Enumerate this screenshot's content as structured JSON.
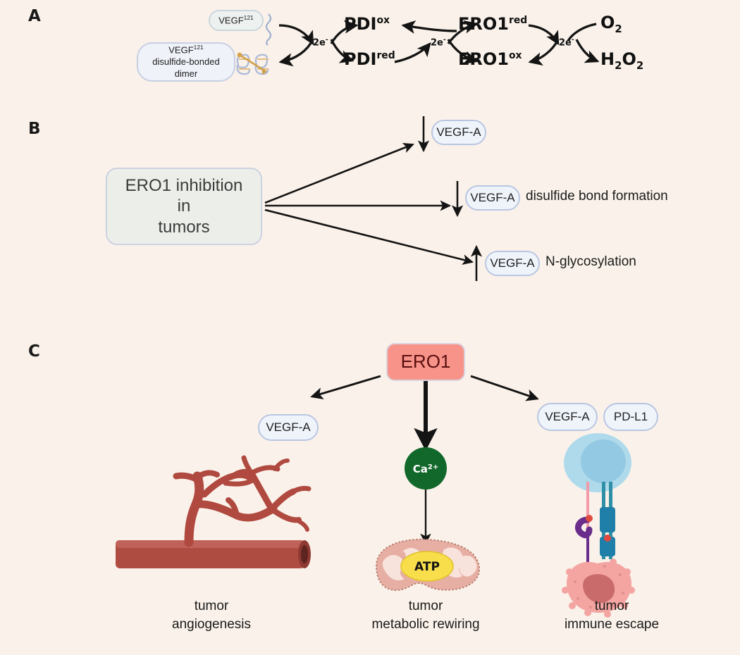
{
  "figure": {
    "background_color": "#FAF2EA",
    "panels": [
      {
        "letter": "A"
      },
      {
        "letter": "B"
      },
      {
        "letter": "C"
      }
    ]
  },
  "panelA": {
    "letter": "A",
    "nodes": {
      "vegf121": "VEGF",
      "vegf121_sup": "121",
      "dimer_line1": "VEGF",
      "dimer_line1_sup": "121",
      "dimer_line2": "disulfide-bonded",
      "dimer_line3": "dimer"
    },
    "species": {
      "pdi_ox_base": "PDI",
      "pdi_ox_sup": "ox",
      "pdi_red_base": "PDI",
      "pdi_red_sup": "red",
      "ero1_red_base": "ERO1",
      "ero1_red_sup": "red",
      "ero1_ox_base": "ERO1",
      "ero1_ox_sup": "ox",
      "o2_base": "O",
      "o2_sub": "2",
      "h2o2_h": "H",
      "h2o2_sub1": "2",
      "h2o2_o": "O",
      "h2o2_sub2": "2"
    },
    "electron_labels": [
      "2e",
      "2e",
      "2e"
    ],
    "electron_superscript": "-"
  },
  "panelB": {
    "letter": "B",
    "source_box": {
      "line1": "ERO1 inhibition",
      "line2": "in",
      "line3": "tumors"
    },
    "outcomes": [
      {
        "arrow": "down",
        "node": "VEGF-A",
        "text": ""
      },
      {
        "arrow": "down",
        "node": "VEGF-A",
        "text": "disulfide bond formation"
      },
      {
        "arrow": "up",
        "node": "VEGF-A",
        "text": "N-glycosylation"
      }
    ]
  },
  "panelC": {
    "letter": "C",
    "source_box": "ERO1",
    "branches": [
      {
        "node": "VEGF-A",
        "icon": "blood-vessel-sprouting-icon",
        "caption": "tumor\nangiogenesis"
      },
      {
        "node": "Ca2+",
        "node_base": "Ca",
        "node_sup": "2+",
        "icon": "mitochondrion-icon",
        "inner_label": "ATP",
        "caption": "tumor\nmetabolic rewiring"
      },
      {
        "node": "VEGF-A",
        "node2": "PD-L1",
        "icon": "immune-cell-tumor-cell-icon",
        "caption": "tumor\nimmune escape"
      }
    ]
  },
  "colors": {
    "background": "#FAF2EA",
    "ero1_box": "#F89389",
    "ero1_box_text": "#5A1010",
    "pill_fill": "#EFF4FB",
    "pill_border": "#B9C6E2",
    "source_box_fill": "#ECEFE9",
    "source_box_border": "#CBD2E0",
    "arrow": "#1A1A1A",
    "vessel_red": "#B0493F",
    "vessel_red_light": "#C15A4F",
    "calcium_green": "#11682A",
    "atp_yellow": "#F7DE4A",
    "mito_pink": "#E7AFA3",
    "immune_cell_blue": "#AFDAEC",
    "immune_nucleus_blue": "#94C9E2",
    "tumor_cell_pink": "#F4A5A2",
    "tumor_nucleus_pink": "#C96B6B",
    "receptor_teal": "#1F7FA8",
    "receptor_purple": "#6B2D8C",
    "protein_lavender": "#B9C2DE",
    "protein_tan": "#D9A441"
  }
}
